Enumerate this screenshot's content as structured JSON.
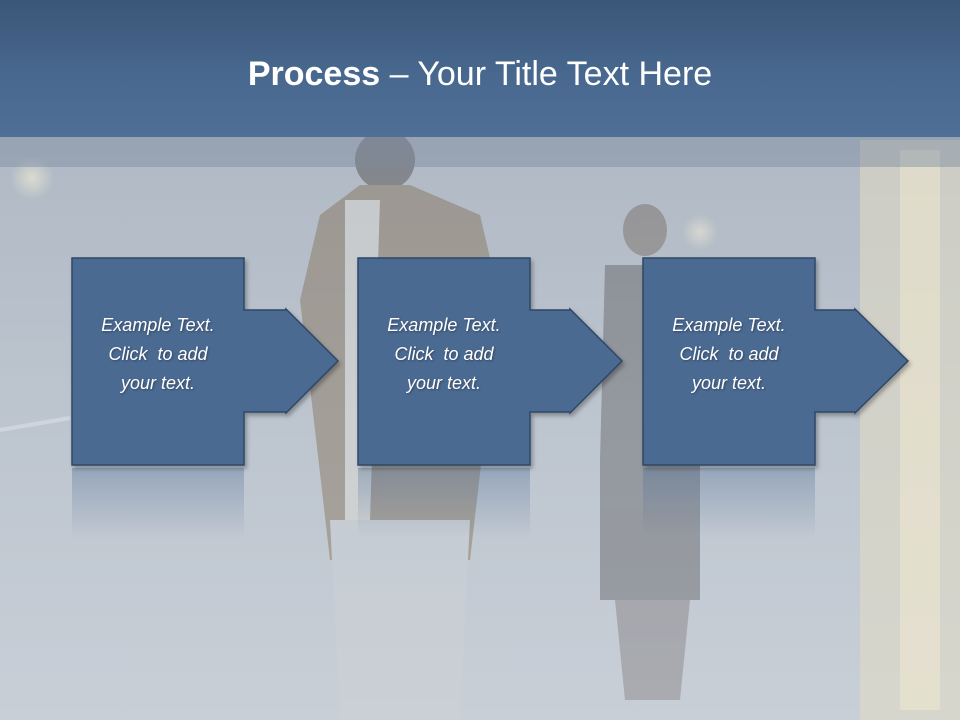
{
  "slide": {
    "title_bold": "Process",
    "title_separator": " – ",
    "title_rest": "Your Title Text Here"
  },
  "steps": [
    {
      "line1": "Example Text.",
      "line2": "Click  to add",
      "line3": "your text."
    },
    {
      "line1": "Example Text.",
      "line2": "Click  to add",
      "line3": "your text."
    },
    {
      "line1": "Example Text.",
      "line2": "Click  to add",
      "line3": "your text."
    }
  ],
  "colors": {
    "title_bar": "#48688f",
    "step_fill": "#4b6a92",
    "step_border": "#2e4766",
    "text": "#ffffff"
  }
}
